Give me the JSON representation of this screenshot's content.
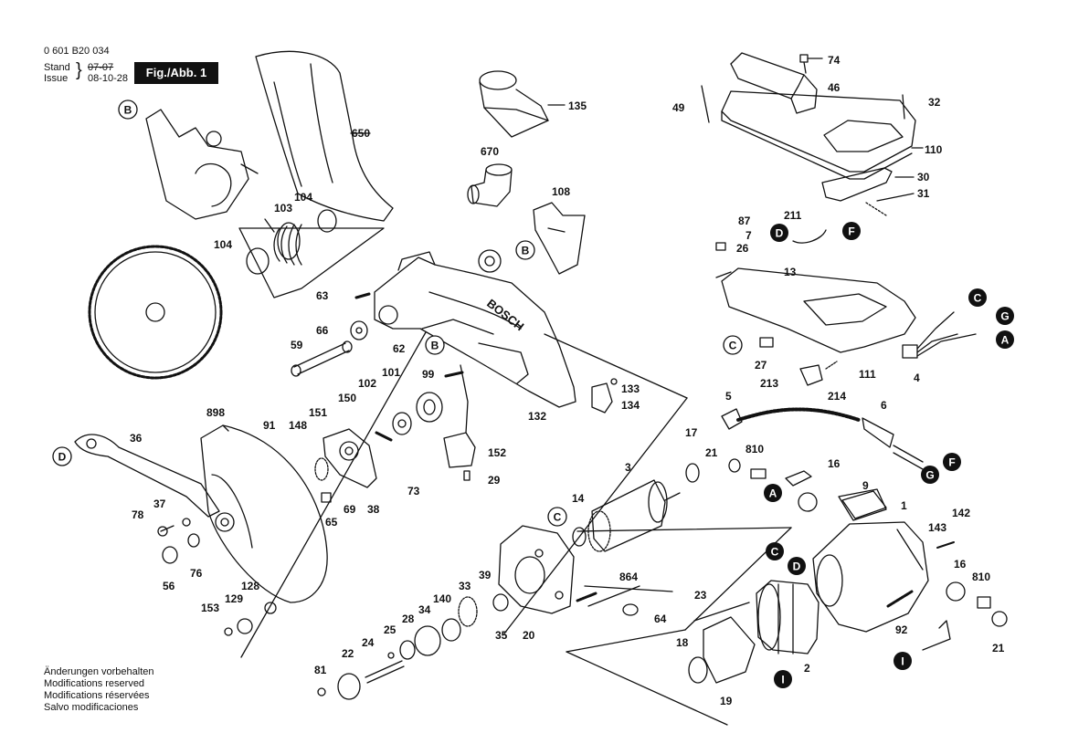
{
  "header": {
    "doc_number": "0 601 B20 034",
    "stand_label": "Stand",
    "issue_label": "Issue",
    "old_date": "07-07",
    "new_date": "08-10-28",
    "figure_label": "Fig./Abb. 1"
  },
  "notes": [
    "Änderungen vorbehalten",
    "Modifications reserved",
    "Modifications réservées",
    "Salvo modificaciones"
  ],
  "brand_text": "BOSCH",
  "part_labels": [
    {
      "id": "p650",
      "text": "650"
    },
    {
      "id": "p135",
      "text": "135"
    },
    {
      "id": "p670",
      "text": "670"
    },
    {
      "id": "p108",
      "text": "108"
    },
    {
      "id": "p74",
      "text": "74"
    },
    {
      "id": "p46",
      "text": "46"
    },
    {
      "id": "p49",
      "text": "49"
    },
    {
      "id": "p32",
      "text": "32"
    },
    {
      "id": "p110",
      "text": "110"
    },
    {
      "id": "p30",
      "text": "30"
    },
    {
      "id": "p31",
      "text": "31"
    },
    {
      "id": "p103",
      "text": "103"
    },
    {
      "id": "p104a",
      "text": "104"
    },
    {
      "id": "p104b",
      "text": "104"
    },
    {
      "id": "p63",
      "text": "63"
    },
    {
      "id": "p66",
      "text": "66"
    },
    {
      "id": "p62",
      "text": "62"
    },
    {
      "id": "p59",
      "text": "59"
    },
    {
      "id": "p99",
      "text": "99"
    },
    {
      "id": "p133",
      "text": "133"
    },
    {
      "id": "p134",
      "text": "134"
    },
    {
      "id": "p132",
      "text": "132"
    },
    {
      "id": "p101",
      "text": "101"
    },
    {
      "id": "p102",
      "text": "102"
    },
    {
      "id": "p150",
      "text": "150"
    },
    {
      "id": "p151",
      "text": "151"
    },
    {
      "id": "p148",
      "text": "148"
    },
    {
      "id": "p91",
      "text": "91"
    },
    {
      "id": "p898",
      "text": "898"
    },
    {
      "id": "p36",
      "text": "36"
    },
    {
      "id": "p73",
      "text": "73"
    },
    {
      "id": "p152",
      "text": "152"
    },
    {
      "id": "p29",
      "text": "29"
    },
    {
      "id": "p65",
      "text": "65"
    },
    {
      "id": "p69",
      "text": "69"
    },
    {
      "id": "p38",
      "text": "38"
    },
    {
      "id": "p37",
      "text": "37"
    },
    {
      "id": "p78",
      "text": "78"
    },
    {
      "id": "p56",
      "text": "56"
    },
    {
      "id": "p76",
      "text": "76"
    },
    {
      "id": "p128",
      "text": "128"
    },
    {
      "id": "p129",
      "text": "129"
    },
    {
      "id": "p153",
      "text": "153"
    },
    {
      "id": "p87",
      "text": "87"
    },
    {
      "id": "p7",
      "text": "7"
    },
    {
      "id": "p26",
      "text": "26"
    },
    {
      "id": "p211",
      "text": "211"
    },
    {
      "id": "p13",
      "text": "13"
    },
    {
      "id": "p27",
      "text": "27"
    },
    {
      "id": "p213",
      "text": "213"
    },
    {
      "id": "p214",
      "text": "214"
    },
    {
      "id": "p111",
      "text": "111"
    },
    {
      "id": "p4",
      "text": "4"
    },
    {
      "id": "p5",
      "text": "5"
    },
    {
      "id": "p6",
      "text": "6"
    },
    {
      "id": "p17",
      "text": "17"
    },
    {
      "id": "p3",
      "text": "3"
    },
    {
      "id": "p21a",
      "text": "21"
    },
    {
      "id": "p810a",
      "text": "810"
    },
    {
      "id": "p16a",
      "text": "16"
    },
    {
      "id": "p9",
      "text": "9"
    },
    {
      "id": "p1",
      "text": "1"
    },
    {
      "id": "p142",
      "text": "142"
    },
    {
      "id": "p143",
      "text": "143"
    },
    {
      "id": "p14",
      "text": "14"
    },
    {
      "id": "p864",
      "text": "864"
    },
    {
      "id": "p39",
      "text": "39"
    },
    {
      "id": "p33",
      "text": "33"
    },
    {
      "id": "p140",
      "text": "140"
    },
    {
      "id": "p34",
      "text": "34"
    },
    {
      "id": "p28",
      "text": "28"
    },
    {
      "id": "p25",
      "text": "25"
    },
    {
      "id": "p24",
      "text": "24"
    },
    {
      "id": "p22",
      "text": "22"
    },
    {
      "id": "p81",
      "text": "81"
    },
    {
      "id": "p35",
      "text": "35"
    },
    {
      "id": "p20",
      "text": "20"
    },
    {
      "id": "p64",
      "text": "64"
    },
    {
      "id": "p23",
      "text": "23"
    },
    {
      "id": "p18",
      "text": "18"
    },
    {
      "id": "p19",
      "text": "19"
    },
    {
      "id": "p2",
      "text": "2"
    },
    {
      "id": "p16b",
      "text": "16"
    },
    {
      "id": "p810b",
      "text": "810"
    },
    {
      "id": "p92",
      "text": "92"
    },
    {
      "id": "p21b",
      "text": "21"
    }
  ],
  "callouts": [
    {
      "id": "cB1",
      "text": "B",
      "fill": "white"
    },
    {
      "id": "cB2",
      "text": "B",
      "fill": "white"
    },
    {
      "id": "cB3",
      "text": "B",
      "fill": "white"
    },
    {
      "id": "cC1",
      "text": "C",
      "fill": "white"
    },
    {
      "id": "cC2",
      "text": "C",
      "fill": "white"
    },
    {
      "id": "cD1",
      "text": "D",
      "fill": "white"
    },
    {
      "id": "cD2",
      "text": "D",
      "fill": "black"
    },
    {
      "id": "cF1",
      "text": "F",
      "fill": "black"
    },
    {
      "id": "cC3",
      "text": "C",
      "fill": "black"
    },
    {
      "id": "cG1",
      "text": "G",
      "fill": "black"
    },
    {
      "id": "cA1",
      "text": "A",
      "fill": "black"
    },
    {
      "id": "cF2",
      "text": "F",
      "fill": "black"
    },
    {
      "id": "cG2",
      "text": "G",
      "fill": "black"
    },
    {
      "id": "cA2",
      "text": "A",
      "fill": "black"
    },
    {
      "id": "cC4",
      "text": "C",
      "fill": "black"
    },
    {
      "id": "cD3",
      "text": "D",
      "fill": "black"
    },
    {
      "id": "cI1",
      "text": "I",
      "fill": "black"
    },
    {
      "id": "cI2",
      "text": "I",
      "fill": "black"
    }
  ]
}
